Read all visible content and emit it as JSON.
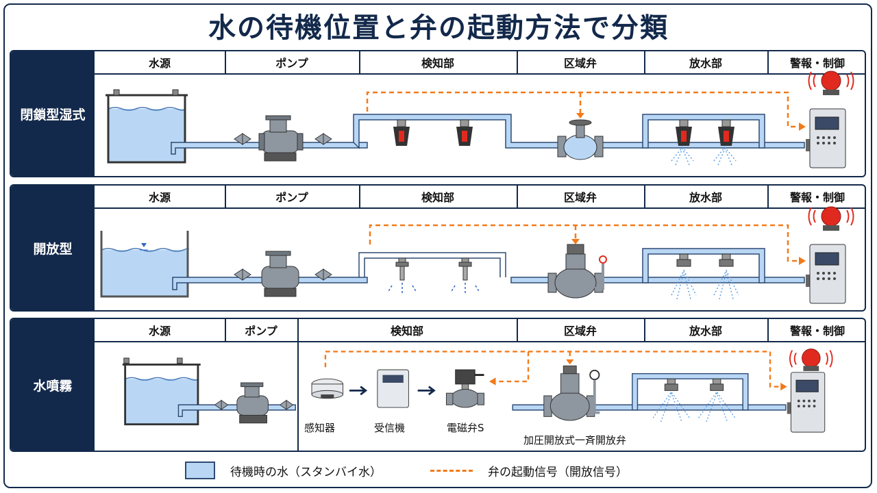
{
  "title": "水の待機位置と弁の起動方法で分類",
  "columns": [
    "水源",
    "ポンプ",
    "検知部",
    "区域弁",
    "放水部",
    "警報・制御"
  ],
  "rows": [
    {
      "label": "閉鎖型湿式"
    },
    {
      "label": "開放型"
    },
    {
      "label": "水噴霧"
    }
  ],
  "components": {
    "detector": "感知器",
    "receiver": "受信機",
    "solenoid": "電磁弁S",
    "deluge_valve": "加圧開放式一斉開放弁"
  },
  "legend": {
    "water": "待機時の水（スタンバイ水）",
    "signal": "弁の起動信号（開放信号）"
  },
  "colors": {
    "navy": "#13294b",
    "water": "#b9d7f5",
    "signal": "#f27a1a",
    "alarm": "#e02a1f"
  }
}
